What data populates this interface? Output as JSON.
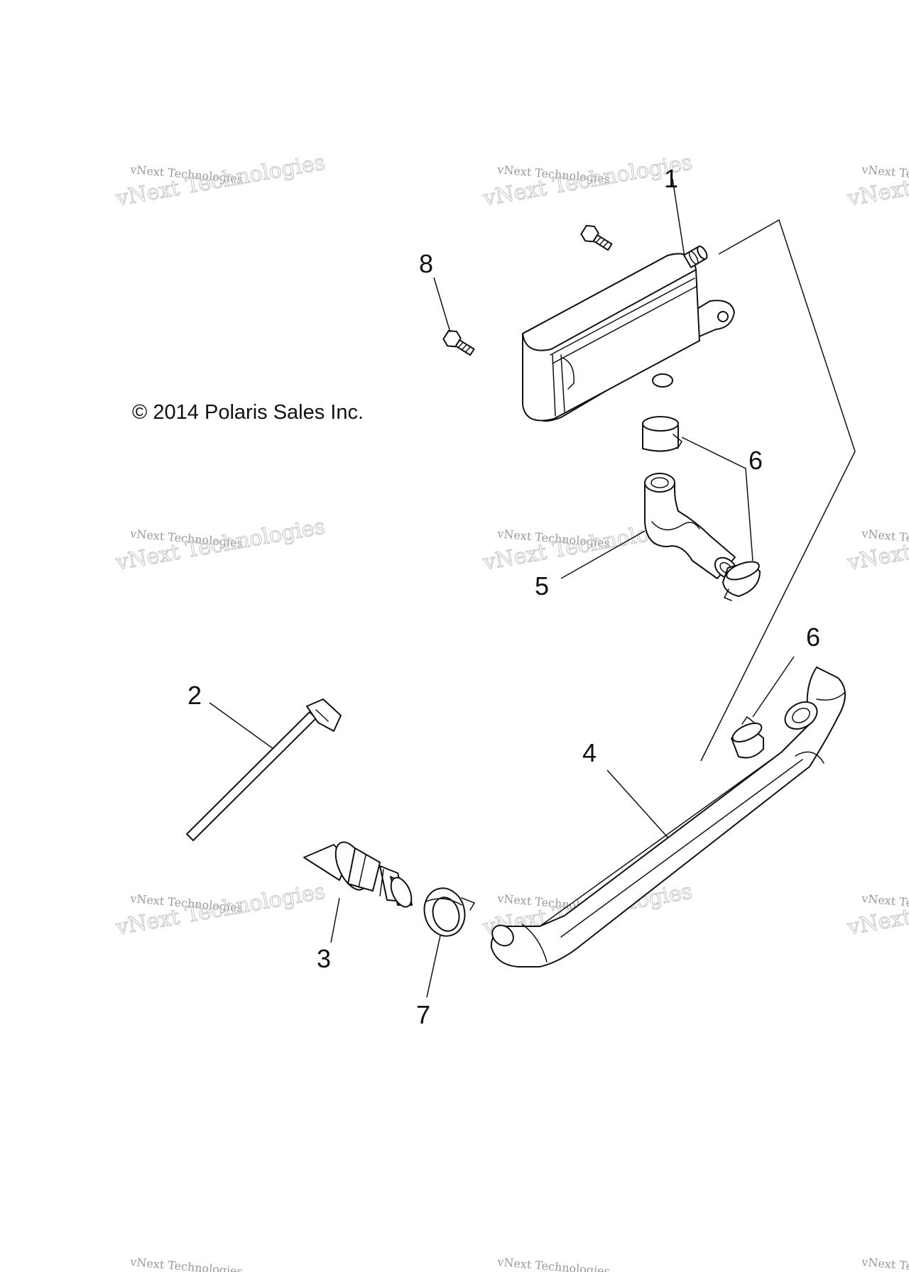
{
  "copyright": "© 2014 Polaris Sales Inc.",
  "watermark": {
    "line1": "vNext Technologies",
    "line2": "vNext Technologies"
  },
  "callouts": {
    "c1": "1",
    "c2": "2",
    "c3": "3",
    "c4": "4",
    "c5": "5",
    "c6a": "6",
    "c6b": "6",
    "c7": "7",
    "c8": "8"
  },
  "colors": {
    "line": "#111111",
    "watermark": "#c4c4c4",
    "background": "#ffffff"
  }
}
